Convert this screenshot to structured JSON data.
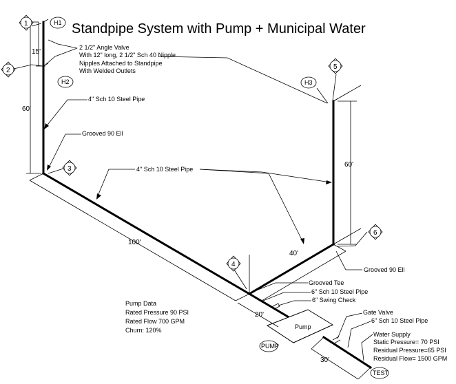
{
  "title": "Standpipe System with Pump + Municipal Water",
  "node_markers": {
    "n1": "1",
    "n2": "2",
    "n3": "3",
    "n4": "4",
    "n5": "5",
    "n6": "6",
    "h1": "H1",
    "h2": "H2",
    "h3": "H3"
  },
  "callouts": {
    "angle_valve": [
      "2 1/2\" Angle Valve",
      "With 12\" long, 2 1/2\" Sch 40 Nipple",
      "Nipples Attached to Standpipe",
      "With Welded Outlets"
    ],
    "pipe_riser_left": "4\" Sch 10 Steel Pipe",
    "ell_left": "Grooved 90 Ell",
    "pipe_horizontal": "4\" Sch 10 Steel Pipe",
    "ell_right": "Grooved 90 Ell",
    "tee": "Grooved Tee",
    "pipe_6in_a": "6\" Sch 10 Steel Pipe",
    "swing_check": "6\" Swing Check",
    "gate_valve": "Gate Valve",
    "pipe_6in_b": "6\" Sch 10 Steel Pipe"
  },
  "dimensions": {
    "d15": "15'",
    "d60_left": "60'",
    "d60_right": "60'",
    "d100": "100'",
    "d40": "40'",
    "d20": "20'",
    "d30": "30'"
  },
  "pump_box_label": "Pump",
  "pump_tag": "PUMP",
  "test_tag": "TEST",
  "pump_data": [
    "Pump Data",
    "Rated Pressure 90 PSI",
    "Rated Flow 700 GPM",
    "Churn: 120%"
  ],
  "water_supply": [
    "Water Supply",
    "Static Pressure= 70 PSI",
    "Residual Pressure=65 PSI",
    "Residual Flow= 1500 GPM"
  ]
}
